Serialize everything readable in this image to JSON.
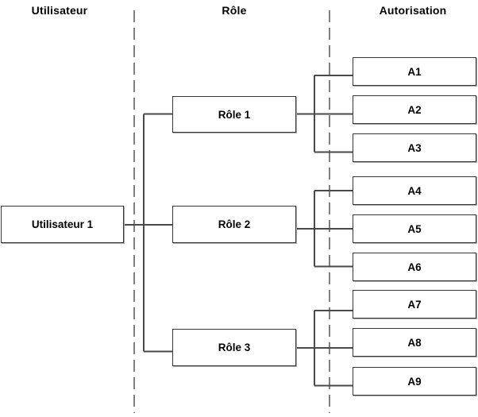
{
  "columns": {
    "utilisateur": "Utilisateur",
    "role": "Rôle",
    "autorisation": "Autorisation"
  },
  "user": {
    "label": "Utilisateur 1"
  },
  "roles": [
    {
      "label": "Rôle 1"
    },
    {
      "label": "Rôle 2"
    },
    {
      "label": "Rôle 3"
    }
  ],
  "authorizations": [
    {
      "label": "A1"
    },
    {
      "label": "A2"
    },
    {
      "label": "A3"
    },
    {
      "label": "A4"
    },
    {
      "label": "A5"
    },
    {
      "label": "A6"
    },
    {
      "label": "A7"
    },
    {
      "label": "A8"
    },
    {
      "label": "A9"
    }
  ],
  "colors": {
    "connector_line": "#4a4a4a",
    "column_separator": "#808080",
    "box_border": "#383838",
    "background": "#ffffff",
    "text": "#000000"
  }
}
